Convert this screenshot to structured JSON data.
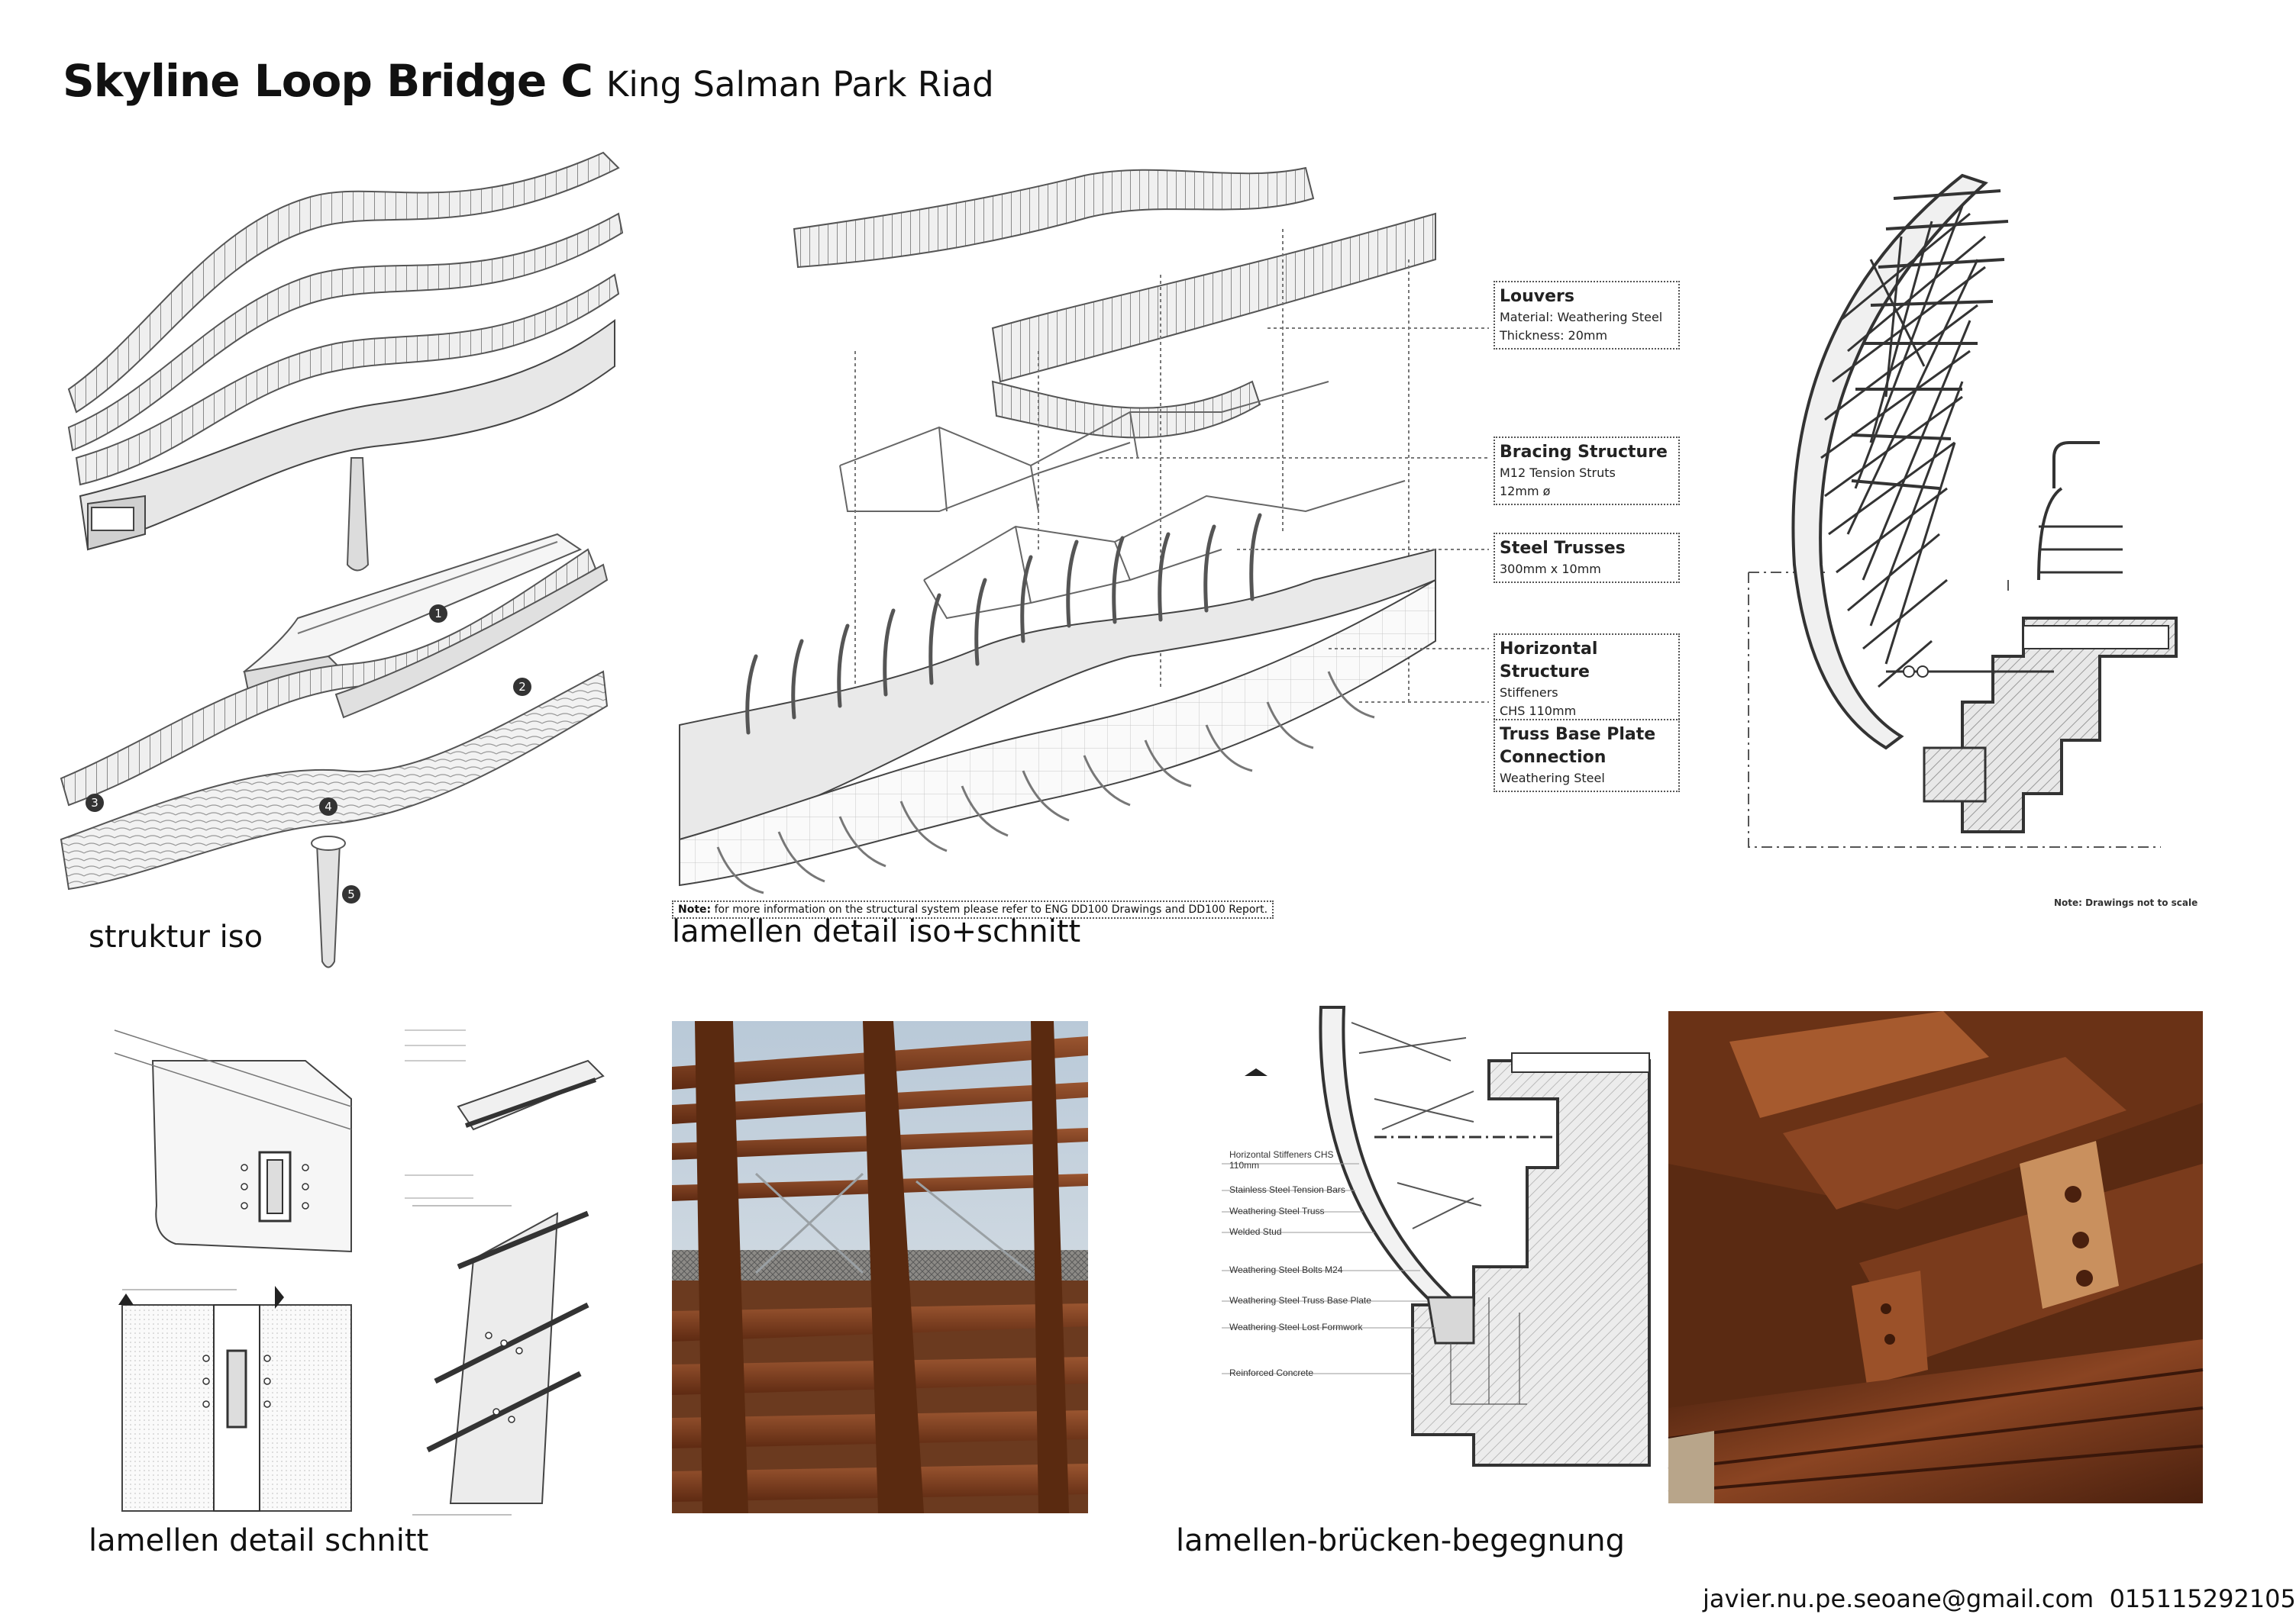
{
  "header": {
    "title": "Skyline Loop Bridge C",
    "subtitle": "King Salman Park Riad"
  },
  "captions": {
    "structure_iso": "struktur iso",
    "louver_iso_section": "lamellen detail iso+schnitt",
    "louver_section": "lamellen detail schnitt",
    "louver_bridge_junction": "lamellen-brücken-begegnung"
  },
  "exploded_markers": [
    "1",
    "2",
    "3",
    "4",
    "5"
  ],
  "callouts": [
    {
      "title": "Louvers",
      "lines": [
        "Material: Weathering Steel",
        "Thickness: 20mm"
      ]
    },
    {
      "title": "Bracing Structure",
      "lines": [
        "M12 Tension Struts",
        "12mm ø"
      ]
    },
    {
      "title": "Steel Trusses",
      "lines": [
        "300mm x 10mm"
      ]
    },
    {
      "title": "Horizontal Structure",
      "lines": [
        "Stiffeners",
        "CHS 110mm"
      ]
    },
    {
      "title": "Truss Base Plate Connection",
      "lines": [
        "Weathering Steel"
      ]
    }
  ],
  "notes": {
    "structural_prefix": "Note:",
    "structural_text": "for more information on the structural system please refer to ENG DD100 Drawings and DD100 Report.",
    "scale": "Note: Drawings not to scale"
  },
  "section_detail_labels": [
    "Horizontal Stiffeners CHS 110mm",
    "Stainless Steel Tension Bars",
    "Weathering Steel Truss",
    "Welded Stud",
    "Weathering Steel Bolts M24",
    "Weathering Steel Truss Base Plate",
    "Weathering Steel Lost Formwork",
    "Reinforced Concrete"
  ],
  "contact": {
    "email": "javier.nu.pe.seoane@gmail.com",
    "phone": "015115292105"
  },
  "colors": {
    "weathering_steel": "#7a3b1c",
    "weathering_steel_light": "#a85a2e",
    "sky": "#cdd8e2",
    "hatch": "#9a9a9a"
  }
}
